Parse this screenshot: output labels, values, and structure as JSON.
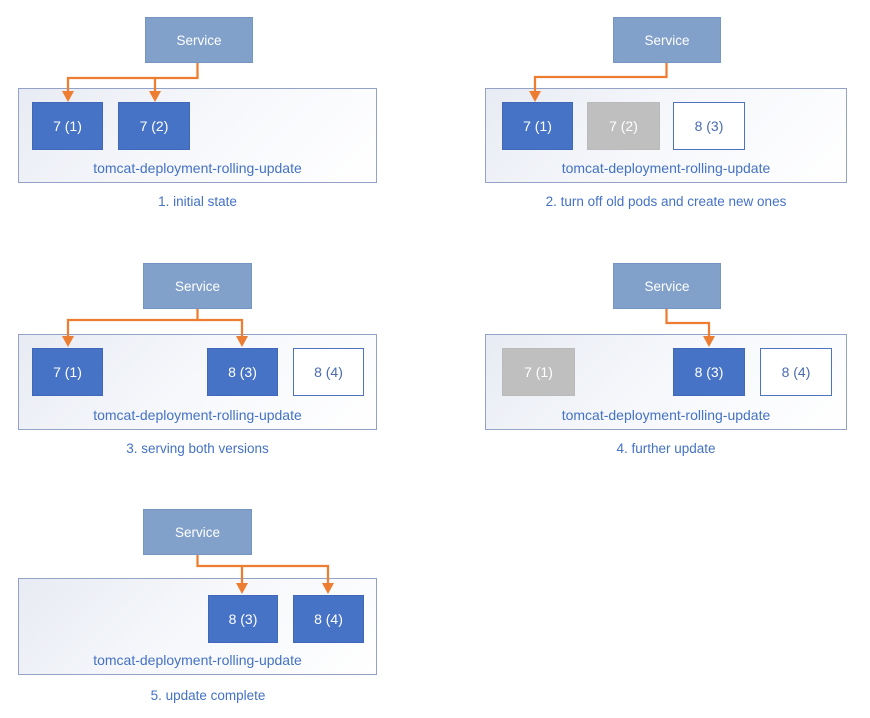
{
  "diagram": {
    "service_label": "Service",
    "container_label": "tomcat-deployment-rolling-update",
    "colors": {
      "pod_active": "#4472C4",
      "pod_old": "#BFBFBF",
      "pod_new_fill": "#FFFFFF",
      "pod_new_border": "#4E74C0",
      "service_fill": "#81A1CB",
      "arrow": "#ED7D31",
      "label_text": "#4472C4"
    },
    "panels": [
      {
        "caption": "1. initial state",
        "pods": [
          {
            "label": "7 (1)",
            "state": "active"
          },
          {
            "label": "7 (2)",
            "state": "active"
          }
        ]
      },
      {
        "caption": "2. turn off old pods and create new ones",
        "pods": [
          {
            "label": "7 (1)",
            "state": "active"
          },
          {
            "label": "7 (2)",
            "state": "old"
          },
          {
            "label": "8 (3)",
            "state": "new"
          }
        ]
      },
      {
        "caption": "3. serving both versions",
        "pods": [
          {
            "label": "7 (1)",
            "state": "active"
          },
          {
            "label": "8 (3)",
            "state": "active"
          },
          {
            "label": "8 (4)",
            "state": "new"
          }
        ]
      },
      {
        "caption": "4. further update",
        "pods": [
          {
            "label": "7 (1)",
            "state": "old"
          },
          {
            "label": "8 (3)",
            "state": "active"
          },
          {
            "label": "8 (4)",
            "state": "new"
          }
        ]
      },
      {
        "caption": "5. update complete",
        "pods": [
          {
            "label": "8 (3)",
            "state": "active"
          },
          {
            "label": "8 (4)",
            "state": "active"
          }
        ]
      }
    ]
  }
}
